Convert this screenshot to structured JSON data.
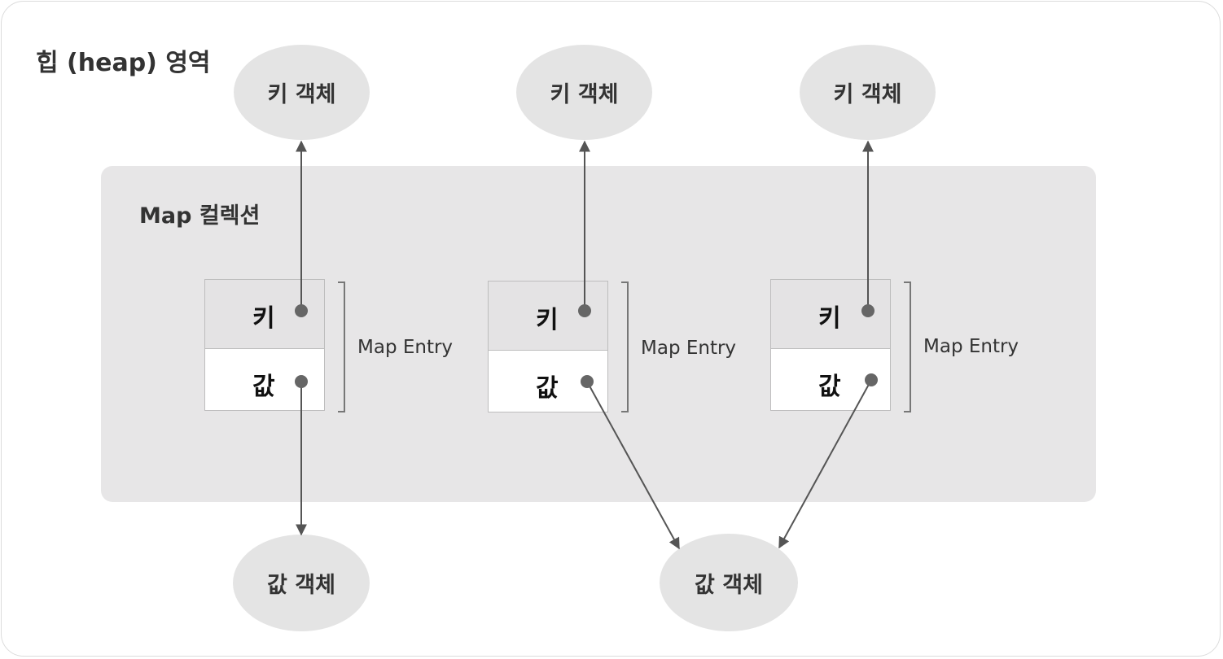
{
  "heap_title": "힙 (heap) 영역",
  "collection_title": "Map 컬렉션",
  "key_objects": [
    "키 객체",
    "키 객체",
    "키 객체"
  ],
  "value_objects": [
    "값 객체",
    "값 객체"
  ],
  "entries": [
    {
      "key_label": "키",
      "value_label": "값",
      "entry_label": "Map Entry"
    },
    {
      "key_label": "키",
      "value_label": "값",
      "entry_label": "Map Entry"
    },
    {
      "key_label": "키",
      "value_label": "값",
      "entry_label": "Map Entry"
    }
  ],
  "colors": {
    "panel": "#e7e6e7",
    "ellipse": "#e4e4e4",
    "key_cell": "#e4e3e4",
    "line": "#555555",
    "dot": "#666666"
  }
}
